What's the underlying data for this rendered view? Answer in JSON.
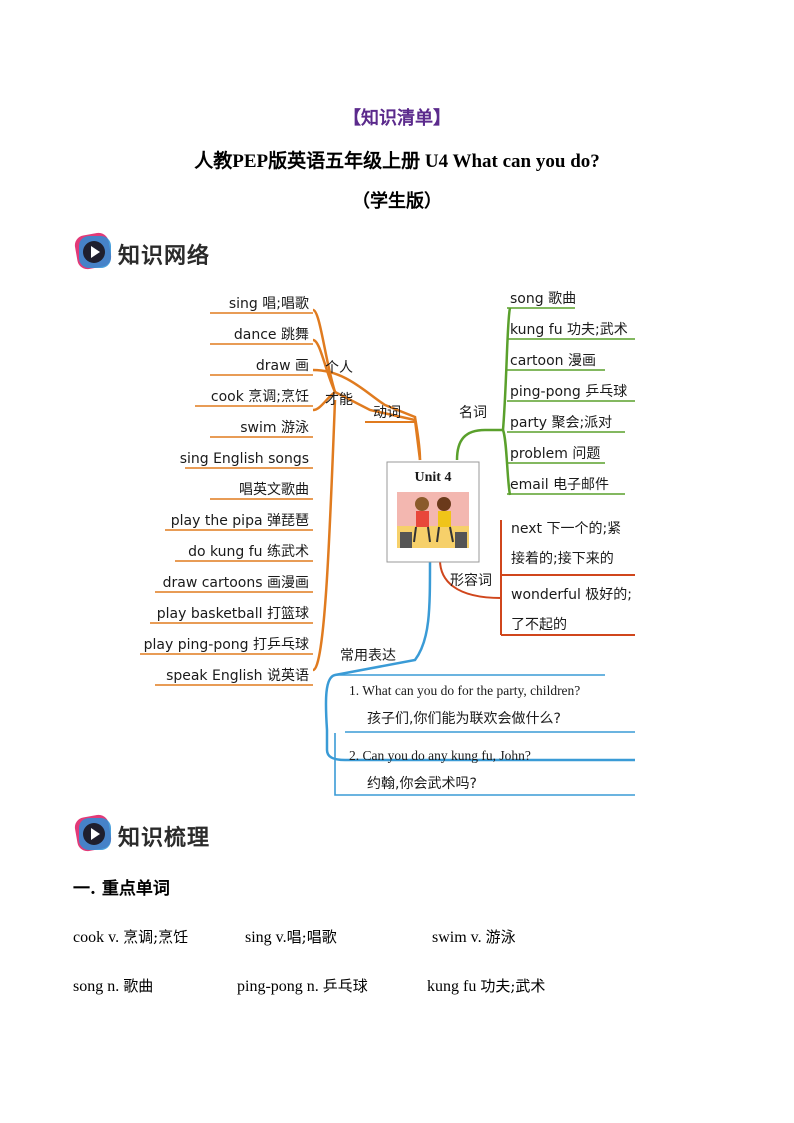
{
  "header": {
    "tag": "【知识清单】",
    "title": "人教PEP版英语五年级上册  U4 What can you do?",
    "subtitle": "（学生版）"
  },
  "sections": {
    "network_title": "知识网络",
    "outline_title": "知识梳理"
  },
  "mindmap": {
    "center": "Unit 4",
    "verbs": {
      "branch_label": "动词",
      "group_label_line1": "个人",
      "group_label_line2": "才能",
      "items": [
        {
          "en": "sing",
          "zh": "唱;唱歌"
        },
        {
          "en": "dance",
          "zh": "跳舞"
        },
        {
          "en": "draw",
          "zh": "画"
        },
        {
          "en": "cook",
          "zh": "烹调;烹饪"
        },
        {
          "en": "swim",
          "zh": "游泳"
        },
        {
          "en": "sing English songs",
          "zh": ""
        },
        {
          "en": "",
          "zh": "唱英文歌曲"
        },
        {
          "en": "play the pipa",
          "zh": "弹琵琶"
        },
        {
          "en": "do kung fu",
          "zh": "练武术"
        },
        {
          "en": "draw cartoons",
          "zh": "画漫画"
        },
        {
          "en": "play basketball",
          "zh": "打篮球"
        },
        {
          "en": "play ping-pong",
          "zh": "打乒乓球"
        },
        {
          "en": "speak English",
          "zh": "说英语"
        }
      ]
    },
    "nouns": {
      "branch_label": "名词",
      "items": [
        {
          "en": "song",
          "zh": "歌曲"
        },
        {
          "en": "kung fu",
          "zh": "功夫;武术"
        },
        {
          "en": "cartoon",
          "zh": "漫画"
        },
        {
          "en": "ping-pong",
          "zh": "乒乓球"
        },
        {
          "en": "party",
          "zh": "聚会;派对"
        },
        {
          "en": "problem",
          "zh": "问题"
        },
        {
          "en": "email",
          "zh": "电子邮件"
        }
      ]
    },
    "adjectives": {
      "branch_label": "形容词",
      "items": [
        {
          "line1": "next 下一个的;紧",
          "line2": "接着的;接下来的"
        },
        {
          "line1": "wonderful 极好的;",
          "line2": "了不起的"
        }
      ]
    },
    "expressions": {
      "branch_label": "常用表达",
      "items": [
        {
          "en": "1. What can you do for the party, children?",
          "zh": "孩子们,你们能为联欢会做什么?"
        },
        {
          "en": "2. Can you do any kung fu, John?",
          "zh": "约翰,你会武术吗?"
        }
      ]
    },
    "colors": {
      "verbs": "#e07b1f",
      "nouns": "#5aa02c",
      "adjectives": "#d0461c",
      "expressions": "#3a9bd6"
    }
  },
  "vocab_section": {
    "heading": "一. 重点单词",
    "row1": [
      {
        "en": "cook v.",
        "zh": "烹调;烹饪"
      },
      {
        "en": "sing v.",
        "zh": "唱;唱歌"
      },
      {
        "en": "swim v.",
        "zh": "游泳"
      }
    ],
    "row2": [
      {
        "en": "song n.",
        "zh": "歌曲"
      },
      {
        "en": "ping-pong n.",
        "zh": "乒乓球"
      },
      {
        "en": "kung fu",
        "zh": "功夫;武术"
      }
    ]
  }
}
